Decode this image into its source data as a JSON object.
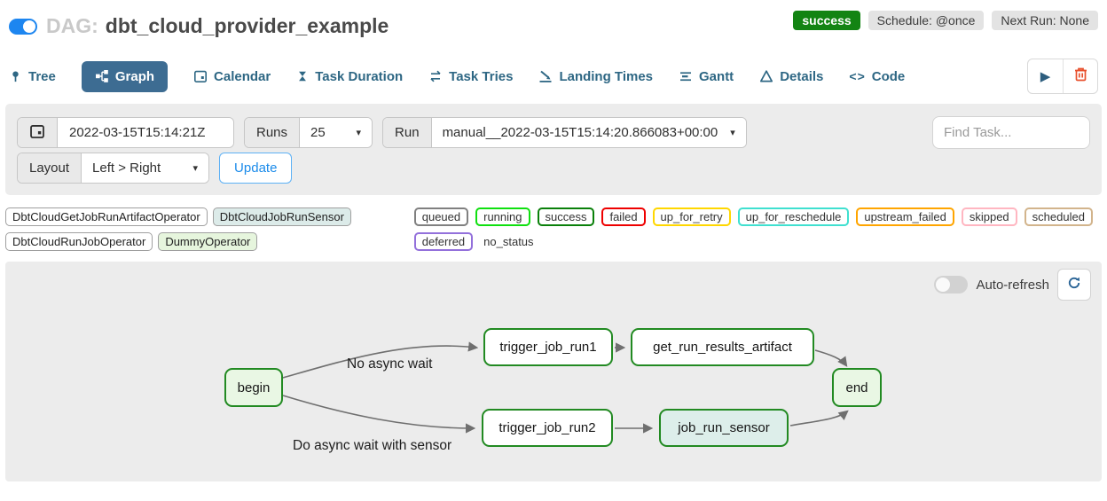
{
  "header": {
    "dag_prefix": "DAG:",
    "dag_title": "dbt_cloud_provider_example",
    "status_badge": "success",
    "schedule_badge": "Schedule: @once",
    "next_run_badge": "Next Run: None"
  },
  "tabs": [
    {
      "label": "Tree"
    },
    {
      "label": "Graph",
      "active": true
    },
    {
      "label": "Calendar"
    },
    {
      "label": "Task Duration"
    },
    {
      "label": "Task Tries"
    },
    {
      "label": "Landing Times"
    },
    {
      "label": "Gantt"
    },
    {
      "label": "Details"
    },
    {
      "label": "Code",
      "icon_glyph": "<>"
    }
  ],
  "filters": {
    "date_value": "2022-03-15T15:14:21Z",
    "runs_label": "Runs",
    "runs_value": "25",
    "run_label": "Run",
    "run_value": "manual__2022-03-15T15:14:20.866083+00:00",
    "find_task_placeholder": "Find Task...",
    "layout_label": "Layout",
    "layout_value": "Left > Right",
    "update_label": "Update"
  },
  "legend": {
    "operators": [
      {
        "label": "DbtCloudGetJobRunArtifactOperator",
        "fill": "#ffffff"
      },
      {
        "label": "DbtCloudJobRunSensor",
        "fill": "#dcebe9"
      },
      {
        "label": "DbtCloudRunJobOperator",
        "fill": "#ffffff"
      },
      {
        "label": "DummyOperator",
        "fill": "#e6f5dd"
      }
    ],
    "statuses": [
      {
        "label": "queued",
        "color": "#808080"
      },
      {
        "label": "running",
        "color": "#0fe00f"
      },
      {
        "label": "success",
        "color": "#0a800a"
      },
      {
        "label": "failed",
        "color": "#ee0000"
      },
      {
        "label": "up_for_retry",
        "color": "#ffd700"
      },
      {
        "label": "up_for_reschedule",
        "color": "#40e0d0"
      },
      {
        "label": "upstream_failed",
        "color": "#ffa500"
      },
      {
        "label": "skipped",
        "color": "#ffb6c1"
      },
      {
        "label": "scheduled",
        "color": "#d2b48c"
      },
      {
        "label": "deferred",
        "color": "#9370db"
      }
    ],
    "no_status_label": "no_status"
  },
  "graph": {
    "auto_refresh_label": "Auto-refresh",
    "node_border_color": "#228a22",
    "edge_labels": [
      "No async wait",
      "Do async wait with sensor"
    ],
    "nodes": [
      {
        "id": "begin",
        "label": "begin",
        "fill": "#e9f7e4"
      },
      {
        "id": "trigger_job_run1",
        "label": "trigger_job_run1",
        "fill": "#ffffff"
      },
      {
        "id": "get_run_results_artifact",
        "label": "get_run_results_artifact",
        "fill": "#ffffff"
      },
      {
        "id": "end",
        "label": "end",
        "fill": "#e9f7e4"
      },
      {
        "id": "trigger_job_run2",
        "label": "trigger_job_run2",
        "fill": "#ffffff"
      },
      {
        "id": "job_run_sensor",
        "label": "job_run_sensor",
        "fill": "#ddeeea"
      }
    ]
  }
}
